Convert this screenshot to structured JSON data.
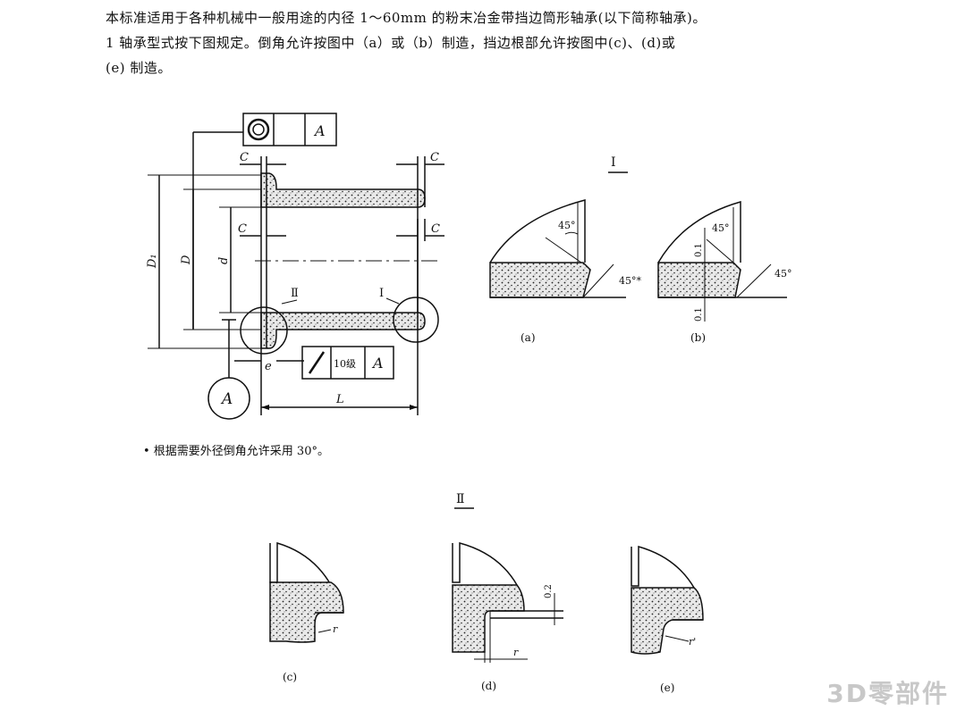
{
  "text": {
    "intro": "本标准适用于各种机械中一般用途的内径 1～60mm 的粉末冶金带挡边筒形轴承(以下简称轴承)。",
    "clause_1_line1": "1 轴承型式按下图规定。倒角允许按图中（a）或（b）制造，挡边根部允许按图中(c)、(d)或",
    "clause_1_line2": "(e) 制造。",
    "note": "• 根据需要外径倒角允许采用 30°。"
  },
  "main_drawing": {
    "tolerance_frame_top": {
      "datum": "A"
    },
    "tolerance_frame_bottom": {
      "grade": "10级",
      "datum": "A"
    },
    "datum_circle": "A",
    "dims": {
      "c": "C",
      "D1": "D₁",
      "D": "D",
      "d": "d",
      "e": "e",
      "L": "L"
    },
    "detail_refs": {
      "left": "Ⅱ",
      "right": "Ⅰ"
    }
  },
  "detail_I": {
    "title": "Ⅰ",
    "a": {
      "angle1": "45°",
      "angle2": "45°*",
      "caption": "(a)"
    },
    "b": {
      "angle1": "45°",
      "angle2": "45°",
      "dim_top": "0.1",
      "dim_bottom": "0.1",
      "caption": "(b)"
    }
  },
  "detail_II": {
    "title": "Ⅱ",
    "c": {
      "label": "r",
      "caption": "(c)"
    },
    "d": {
      "dim": "0.2",
      "label": "r",
      "caption": "(d)"
    },
    "e": {
      "label": "r'",
      "caption": "(e)"
    }
  },
  "watermark": "3D零部件"
}
